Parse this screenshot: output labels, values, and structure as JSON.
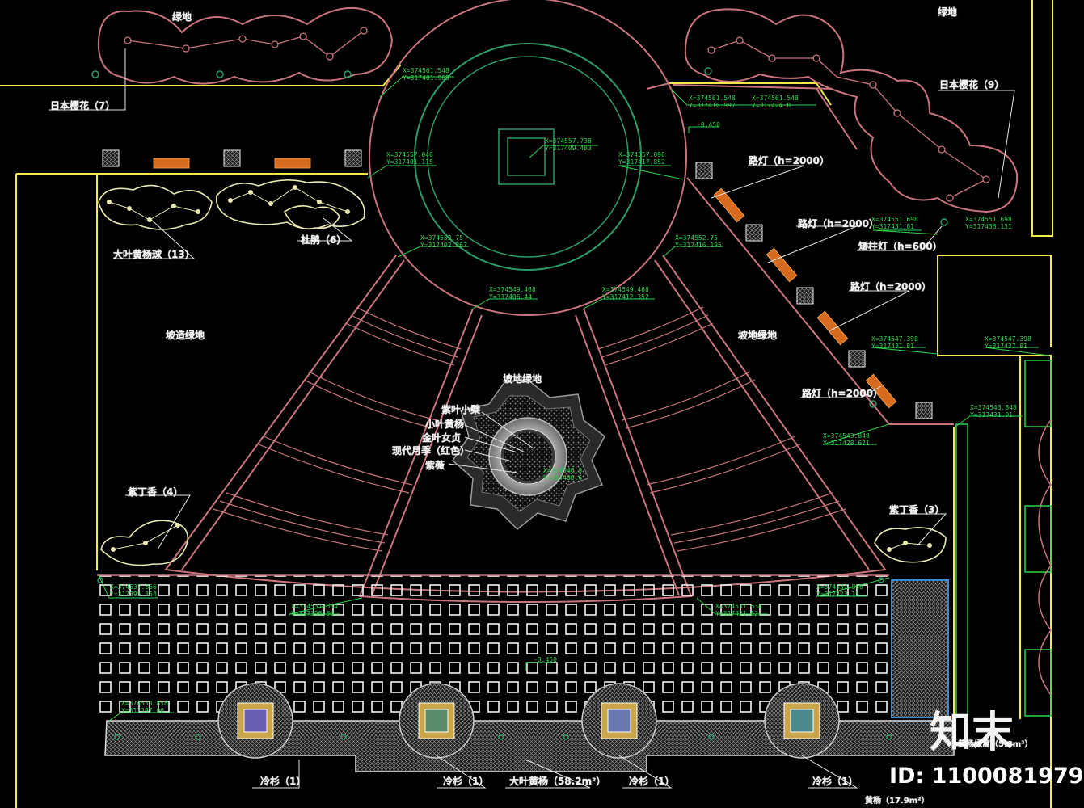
{
  "labels": {
    "green_top_left": "绿地",
    "green_top_right": "绿地",
    "cherry_7": "日本樱花（7）",
    "cherry_9": "日本樱花（9）",
    "big_boxwood_13": "大叶黄杨球（13）",
    "azalea_6": "杜鹃（6）",
    "lawn_left": "坡造绿地",
    "lawn_right": "坡地绿地",
    "lawn_center": "坡地绿地",
    "lamp_1": "路灯（h=2000）",
    "lamp_2": "路灯（h=2000）",
    "lamp_3": "路灯（h=2000）",
    "lamp_4": "路灯（h=2000）",
    "bollard": "矮柱灯（h=600）",
    "lilac_4": "紫丁香（4）",
    "lilac_3": "紫丁香（3）",
    "plant_1": "紫叶小檗",
    "plant_2": "小叶黄杨",
    "plant_3": "金叶女贞",
    "plant_4": "现代月季（红色）",
    "plant_5": "紫薇",
    "fir_1": "冷杉（1）",
    "fir_2": "冷杉（1）",
    "fir_3": "冷杉（1）",
    "fir_4": "冷杉（1）",
    "big_boxwood_area": "大叶黄杨（58.2m²）",
    "bottom_right_1": "黄杨绿篱（5.8m²）",
    "bottom_right_2": "黄杨（17.9m²）"
  },
  "elevations": {
    "e1": "-0.450",
    "e2": "-0.450"
  },
  "coords": {
    "c1": "X=374561.548\nY=317401.965",
    "c2": "X=374561.548\nY=317416.997",
    "c3": "X=374561.548\nY=317424.8",
    "c4": "X=374557.738\nY=317409.483",
    "c5": "X=374557.046\nY=317401.115",
    "c6": "X=374557.096\nY=317417.852",
    "c7": "X=374551.698\nY=317431.81",
    "c8": "X=374551.698\nY=317436.131",
    "c9": "X=374552.75\nY=317402.367",
    "c10": "X=374552.75\nY=317416.195",
    "c11": "X=374549.468\nY=317406.44",
    "c12": "X=374549.468\nY=317412.352",
    "c13": "X=374547.398\nY=317431.81",
    "c14": "X=374547.398\nY=317437.81",
    "c15": "X=374543.848\nY=317428.621",
    "c16": "X=374543.848\nY=317431.91",
    "c17": "X=374537.866\nY=317395.354",
    "c18": "X=374537.866\nY=317423.15",
    "c19": "X=374537.634\nY=317396.66",
    "c20": "X=374537.634\nY=317421.62",
    "c21": "X=374533.858\nY=317397.06",
    "c22": "X=374546.9\nY=317409.6"
  },
  "watermark": {
    "brand": "知末",
    "id": "ID: 1100081979"
  },
  "colors": {
    "background": "#000000",
    "boundary": "#f2e84a",
    "path": "#c9747d",
    "circle": "#2e9b67",
    "dim": "#2dd24b",
    "lamp_post": "#d66a1e",
    "text": "#f2f2f2"
  }
}
